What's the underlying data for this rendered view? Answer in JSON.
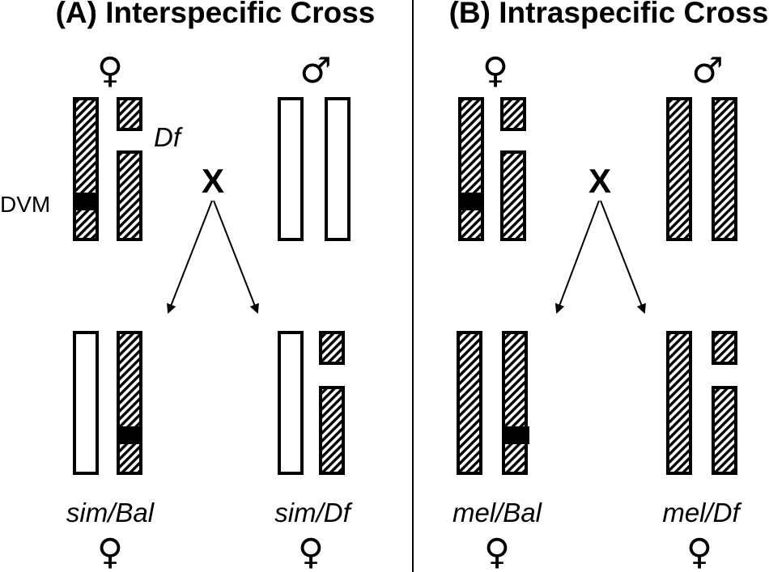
{
  "panels": [
    {
      "title": "(A) Interspecific Cross",
      "parents": {
        "female_symbol": "♀",
        "male_symbol": "♂",
        "cross_symbol": "X"
      },
      "annotations": {
        "deficiency": "Df",
        "marker": "DVM"
      },
      "offspring": [
        {
          "label": "sim/Bal",
          "symbol": "♀"
        },
        {
          "label": "sim/Df",
          "symbol": "♀"
        }
      ]
    },
    {
      "title": "(B) Intraspecific Cross",
      "parents": {
        "female_symbol": "♀",
        "male_symbol": "♂",
        "cross_symbol": "X"
      },
      "offspring": [
        {
          "label": "mel/Bal",
          "symbol": "♀"
        },
        {
          "label": "mel/Df",
          "symbol": "♀"
        }
      ]
    }
  ],
  "colors": {
    "ink": "#000000",
    "background": "#ffffff",
    "hatch": "#000000"
  }
}
